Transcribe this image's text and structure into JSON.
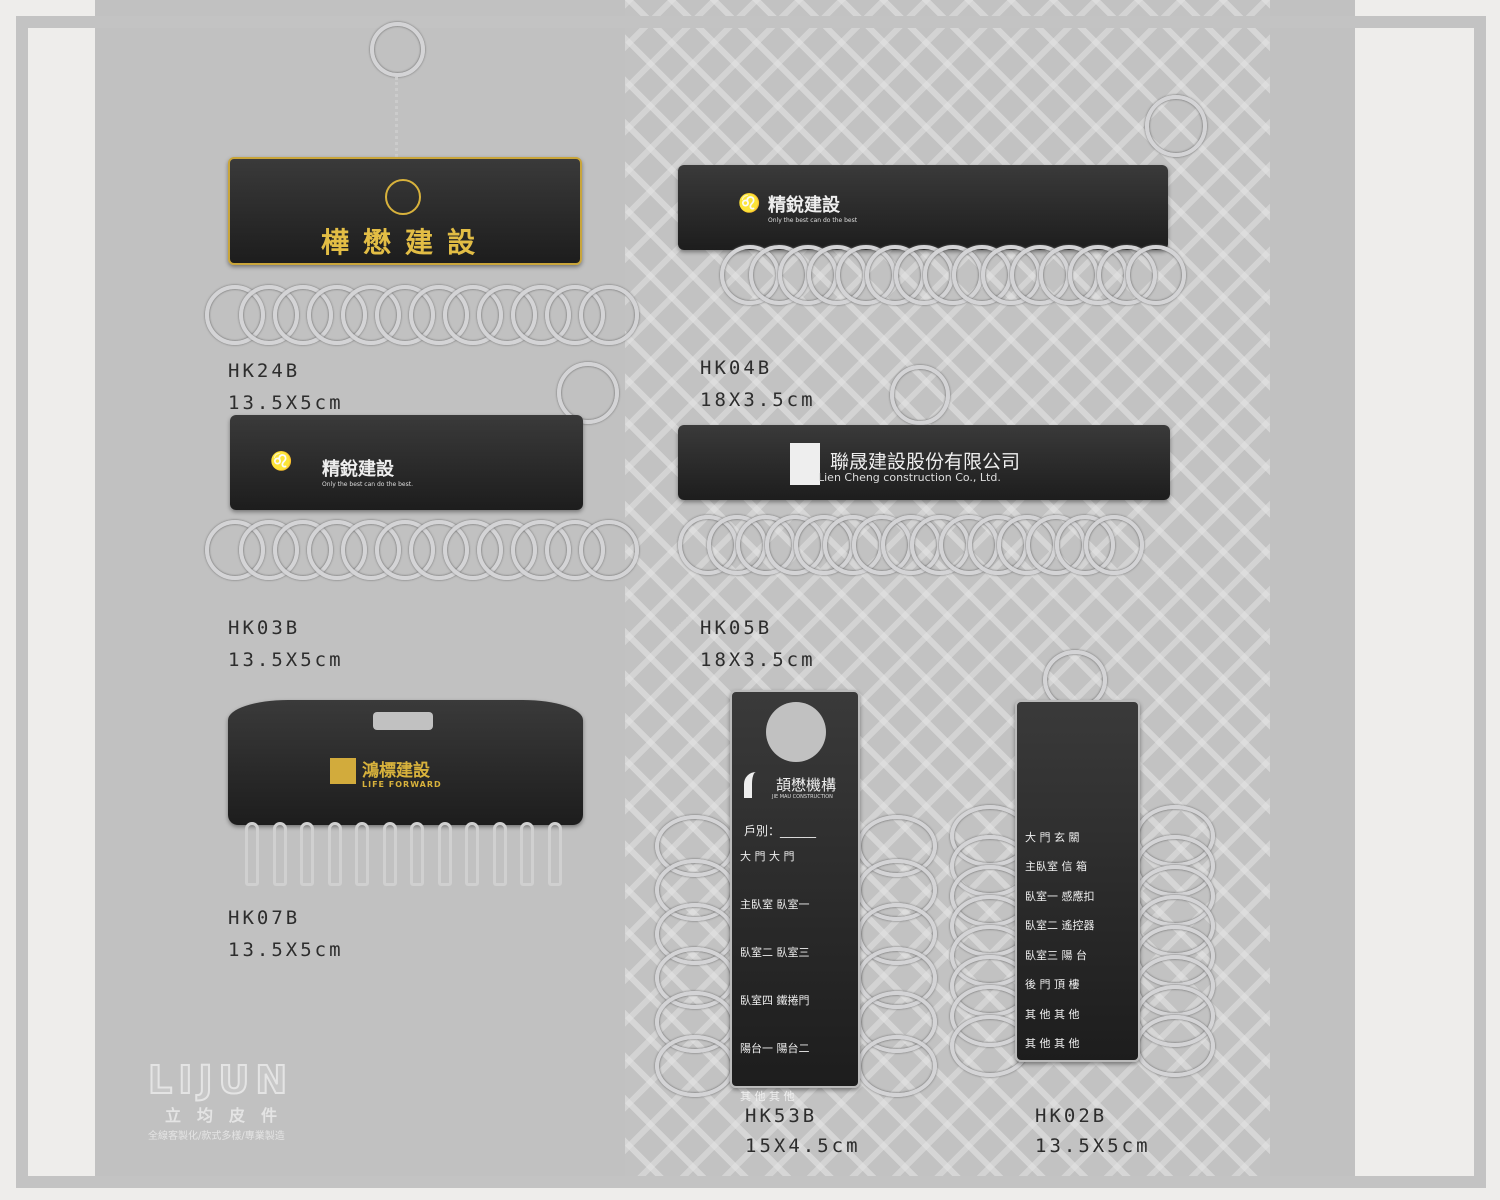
{
  "products": [
    {
      "code": "HK24B",
      "size": "13.5X5cm",
      "brand": "樺懋建設",
      "rings": 12
    },
    {
      "code": "HK04B",
      "size": "18X3.5cm",
      "brand": "精銳建設",
      "tagline": "Only the best can do the best",
      "rings": 15
    },
    {
      "code": "HK03B",
      "size": "13.5X5cm",
      "brand": "精銳建設",
      "tagline": "Only the best can do the best.",
      "rings": 12
    },
    {
      "code": "HK05B",
      "size": "18X3.5cm",
      "brand": "聯晟建設股份有限公司",
      "tagline": "Lien Cheng construction Co., Ltd.",
      "rings": 15
    },
    {
      "code": "HK07B",
      "size": "13.5X5cm",
      "brand": "鴻標建設",
      "tagline": "LIFE FORWARD",
      "hooks": 12
    },
    {
      "code": "HK53B",
      "size": "15X4.5cm",
      "brand": "頡懋機構",
      "tagline": "JIE MAU CONSTRUCTION",
      "field": "戶別：______",
      "rows": [
        "大 門 大 門",
        "主臥室 臥室一",
        "臥室二 臥室三",
        "臥室四 鐵捲門",
        "陽台一 陽台二",
        "其 他 其 他"
      ],
      "rings_per_side": 6
    },
    {
      "code": "HK02B",
      "size": "13.5X5cm",
      "rows": [
        "大 門 玄 關",
        "主臥室 信 箱",
        "臥室一 感應扣",
        "臥室二 遙控器",
        "臥室三 陽 台",
        "後 門 頂 樓",
        "其 他 其 他",
        "其 他 其 他"
      ],
      "rings_per_side": 8
    }
  ],
  "logo": {
    "wordmark": "LIJUN",
    "name": "立均皮件",
    "slogan": "全線客製化/款式多樣/專業製造"
  }
}
